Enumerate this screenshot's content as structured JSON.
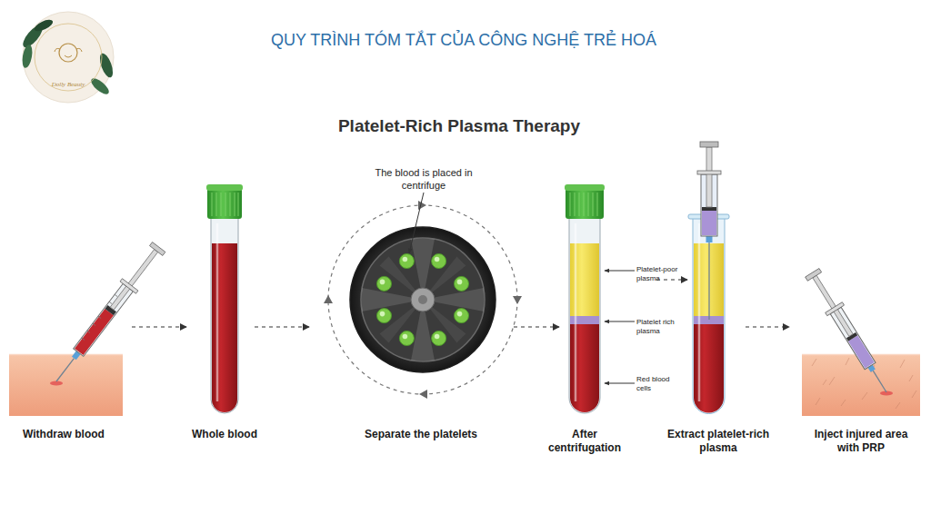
{
  "diagram": {
    "title": "QUY TRÌNH TÓM TẮT CỦA CÔNG NGHỆ TRẺ HOÁ",
    "nodes": [
      {
        "text": [
          "Withdraw blood"
        ]
      },
      {
        "text": [
          "Whole blood"
        ]
      },
      {
        "text": [
          "Separate the platelets"
        ]
      },
      {
        "text": [
          "After centrifugation"
        ]
      },
      {
        "text": [
          "Extract platelet-rich plasma"
        ]
      },
      {
        "text": [
          "Inject injured area with PRP"
        ]
      }
    ],
    "edges": [
      {
        "from": 0,
        "to": 1,
        "arrow": "to"
      },
      {
        "from": 1,
        "to": 2,
        "arrow": "to"
      },
      {
        "from": 2,
        "to": 3,
        "arrow": "to"
      },
      {
        "from": 3,
        "to": 4,
        "arrow": "to"
      },
      {
        "from": 4,
        "to": 5,
        "arrow": "to"
      }
    ],
    "labels": [
      "Dolly Beauty",
      "Platelet-Rich Plasma Therapy",
      "The blood is placed in centrifuge",
      "Platelet-poor plasma",
      "Platelet rich plasma",
      "Red blood cells"
    ]
  }
}
